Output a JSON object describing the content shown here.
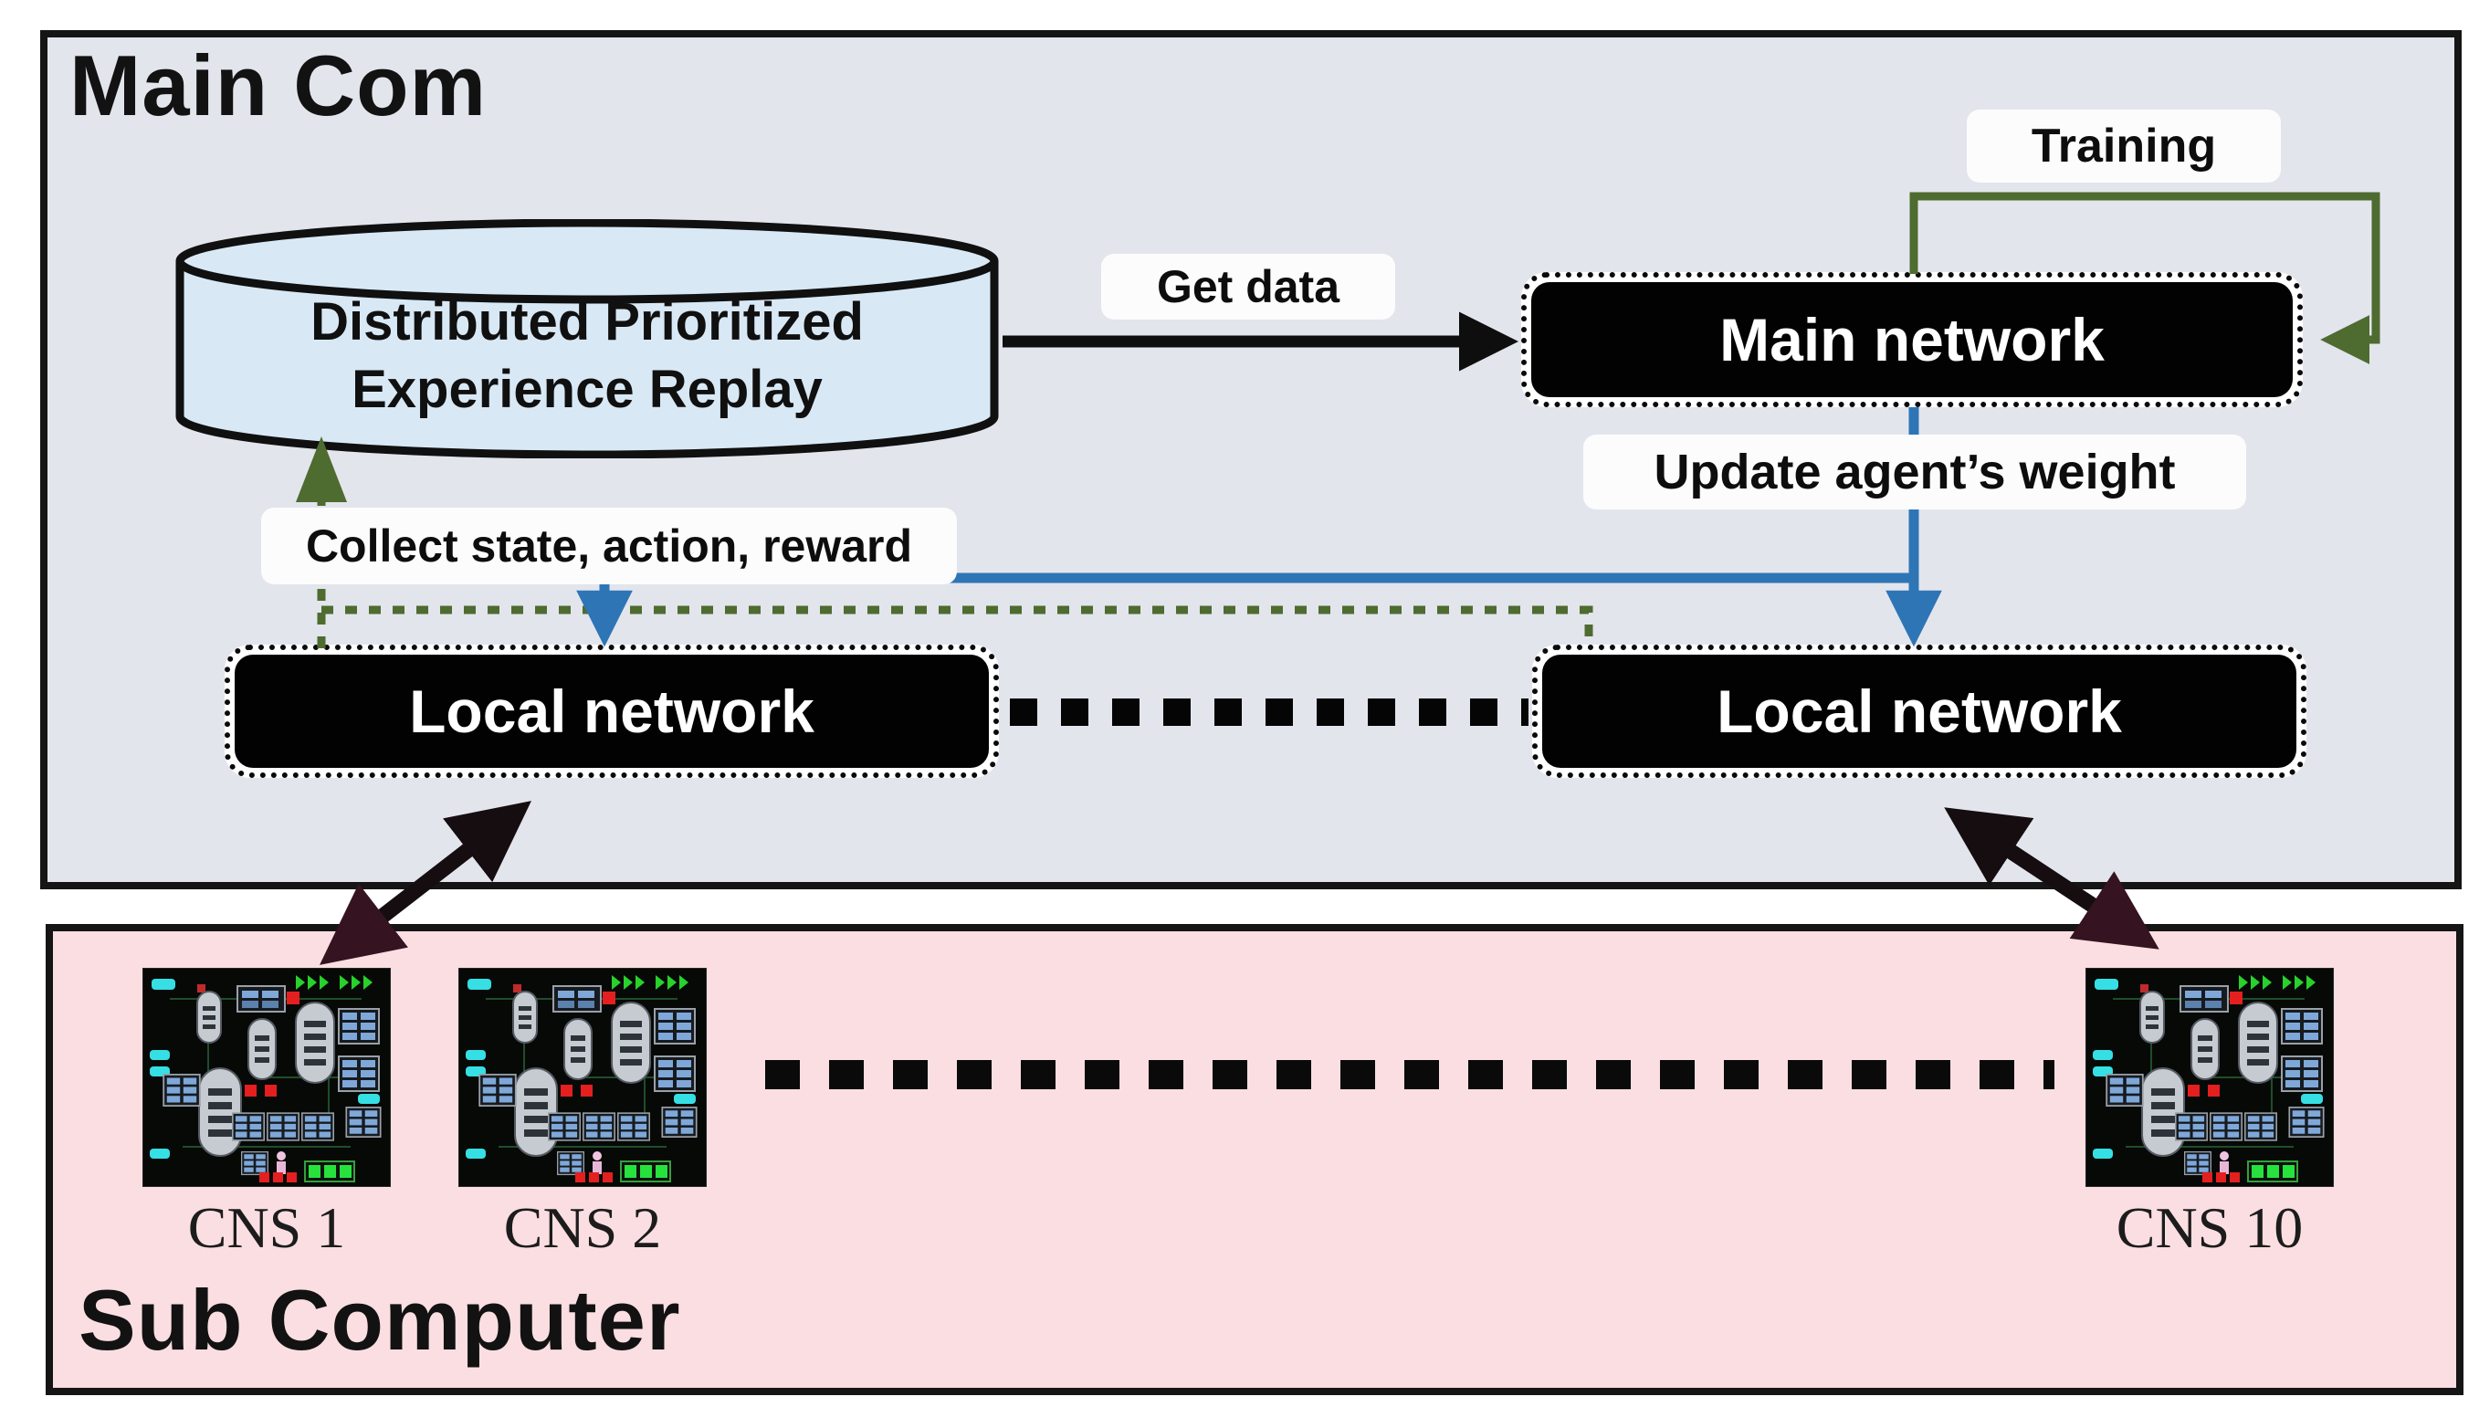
{
  "colors": {
    "main_com_bg": "#e3e5ed",
    "sub_computer_bg": "#fbdee2",
    "node_fill": "#020202",
    "node_text": "#ffffff",
    "cylinder_fill": "#d9e8f5",
    "arrow_blue": "#2e75b6",
    "arrow_green": "#4e6b30",
    "arrow_black": "#0e0e0e"
  },
  "main_com": {
    "title": "Main Com",
    "replay_buffer": {
      "line1": "Distributed Prioritized",
      "line2": "Experience Replay"
    },
    "main_network_label": "Main network",
    "local_network_left_label": "Local network",
    "local_network_right_label": "Local network",
    "annotations": {
      "get_data": "Get data",
      "training": "Training",
      "update_weight": "Update agent’s weight",
      "collect": "Collect state, action, reward"
    }
  },
  "sub_computer": {
    "title": "Sub Computer",
    "cns_units": [
      {
        "label": "CNS 1"
      },
      {
        "label": "CNS 2"
      },
      {
        "label": "CNS 10"
      }
    ]
  }
}
